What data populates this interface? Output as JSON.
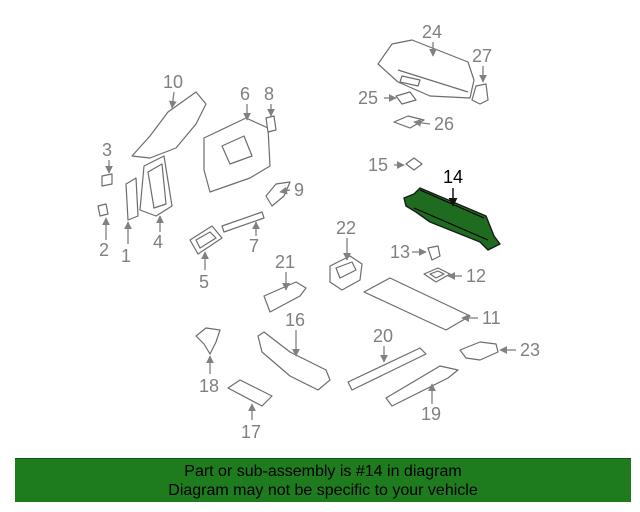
{
  "diagram": {
    "highlighted_part": "14",
    "callouts": [
      "1",
      "2",
      "3",
      "4",
      "5",
      "6",
      "7",
      "8",
      "9",
      "10",
      "11",
      "12",
      "13",
      "14",
      "15",
      "16",
      "17",
      "18",
      "19",
      "20",
      "21",
      "22",
      "23",
      "24",
      "25",
      "26",
      "27"
    ]
  },
  "banner": {
    "line1": "Part or sub-assembly is #14 in diagram",
    "line2": "Diagram may not be specific to your vehicle",
    "color": "#1e7b1e"
  }
}
